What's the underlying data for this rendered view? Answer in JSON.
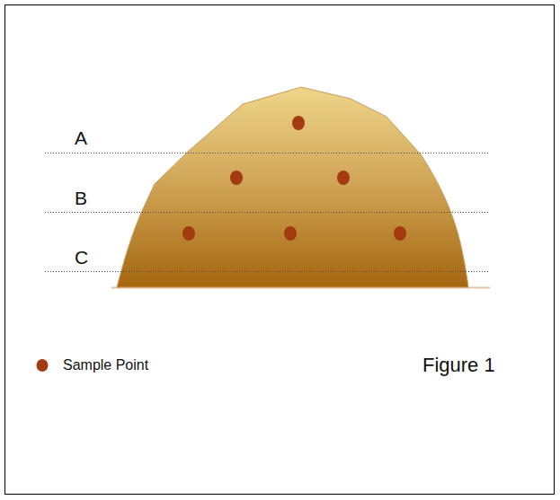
{
  "diagram": {
    "caption": "Figure 1",
    "labels": [
      "A",
      "B",
      "C"
    ],
    "legend": [
      {
        "text": "Sample Point",
        "color": "#a33a10"
      }
    ]
  }
}
